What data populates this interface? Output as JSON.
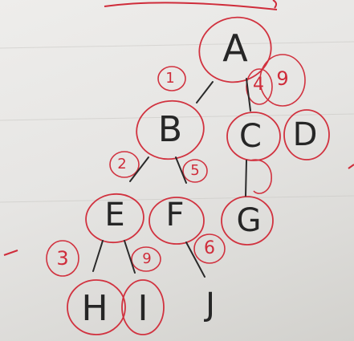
{
  "photo": {
    "description_type": "handwritten tree diagram on paper",
    "ink_color": "#262626",
    "marker_color": "#cf2c3a",
    "paper_color": "#e8e7e5"
  },
  "tree": {
    "nodes": {
      "A": "A",
      "B": "B",
      "C": "C",
      "D": "D",
      "E": "E",
      "F": "F",
      "G": "G",
      "H": "H",
      "I": "I",
      "J": "J"
    },
    "weights": {
      "w1": "1",
      "w2": "2",
      "w3": "3",
      "w4": "4",
      "w5": "5",
      "w6": "6",
      "w9a": "9",
      "w9b": "9"
    }
  }
}
